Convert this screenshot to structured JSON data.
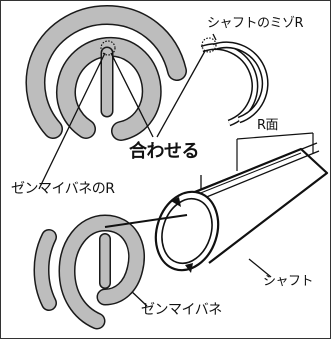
{
  "labels": {
    "shaft_groove_r": "シャフトのミゾR",
    "align": "合わせる",
    "r_face": "R面",
    "spring_r": "ゼンマイバネのR",
    "shaft": "シャフト",
    "spring": "ゼンマイバネ"
  },
  "colors": {
    "line": "#111111",
    "spring_fill": "#bdbdbd",
    "spring_outline": "#1a1a1a",
    "frame": "#333333"
  }
}
